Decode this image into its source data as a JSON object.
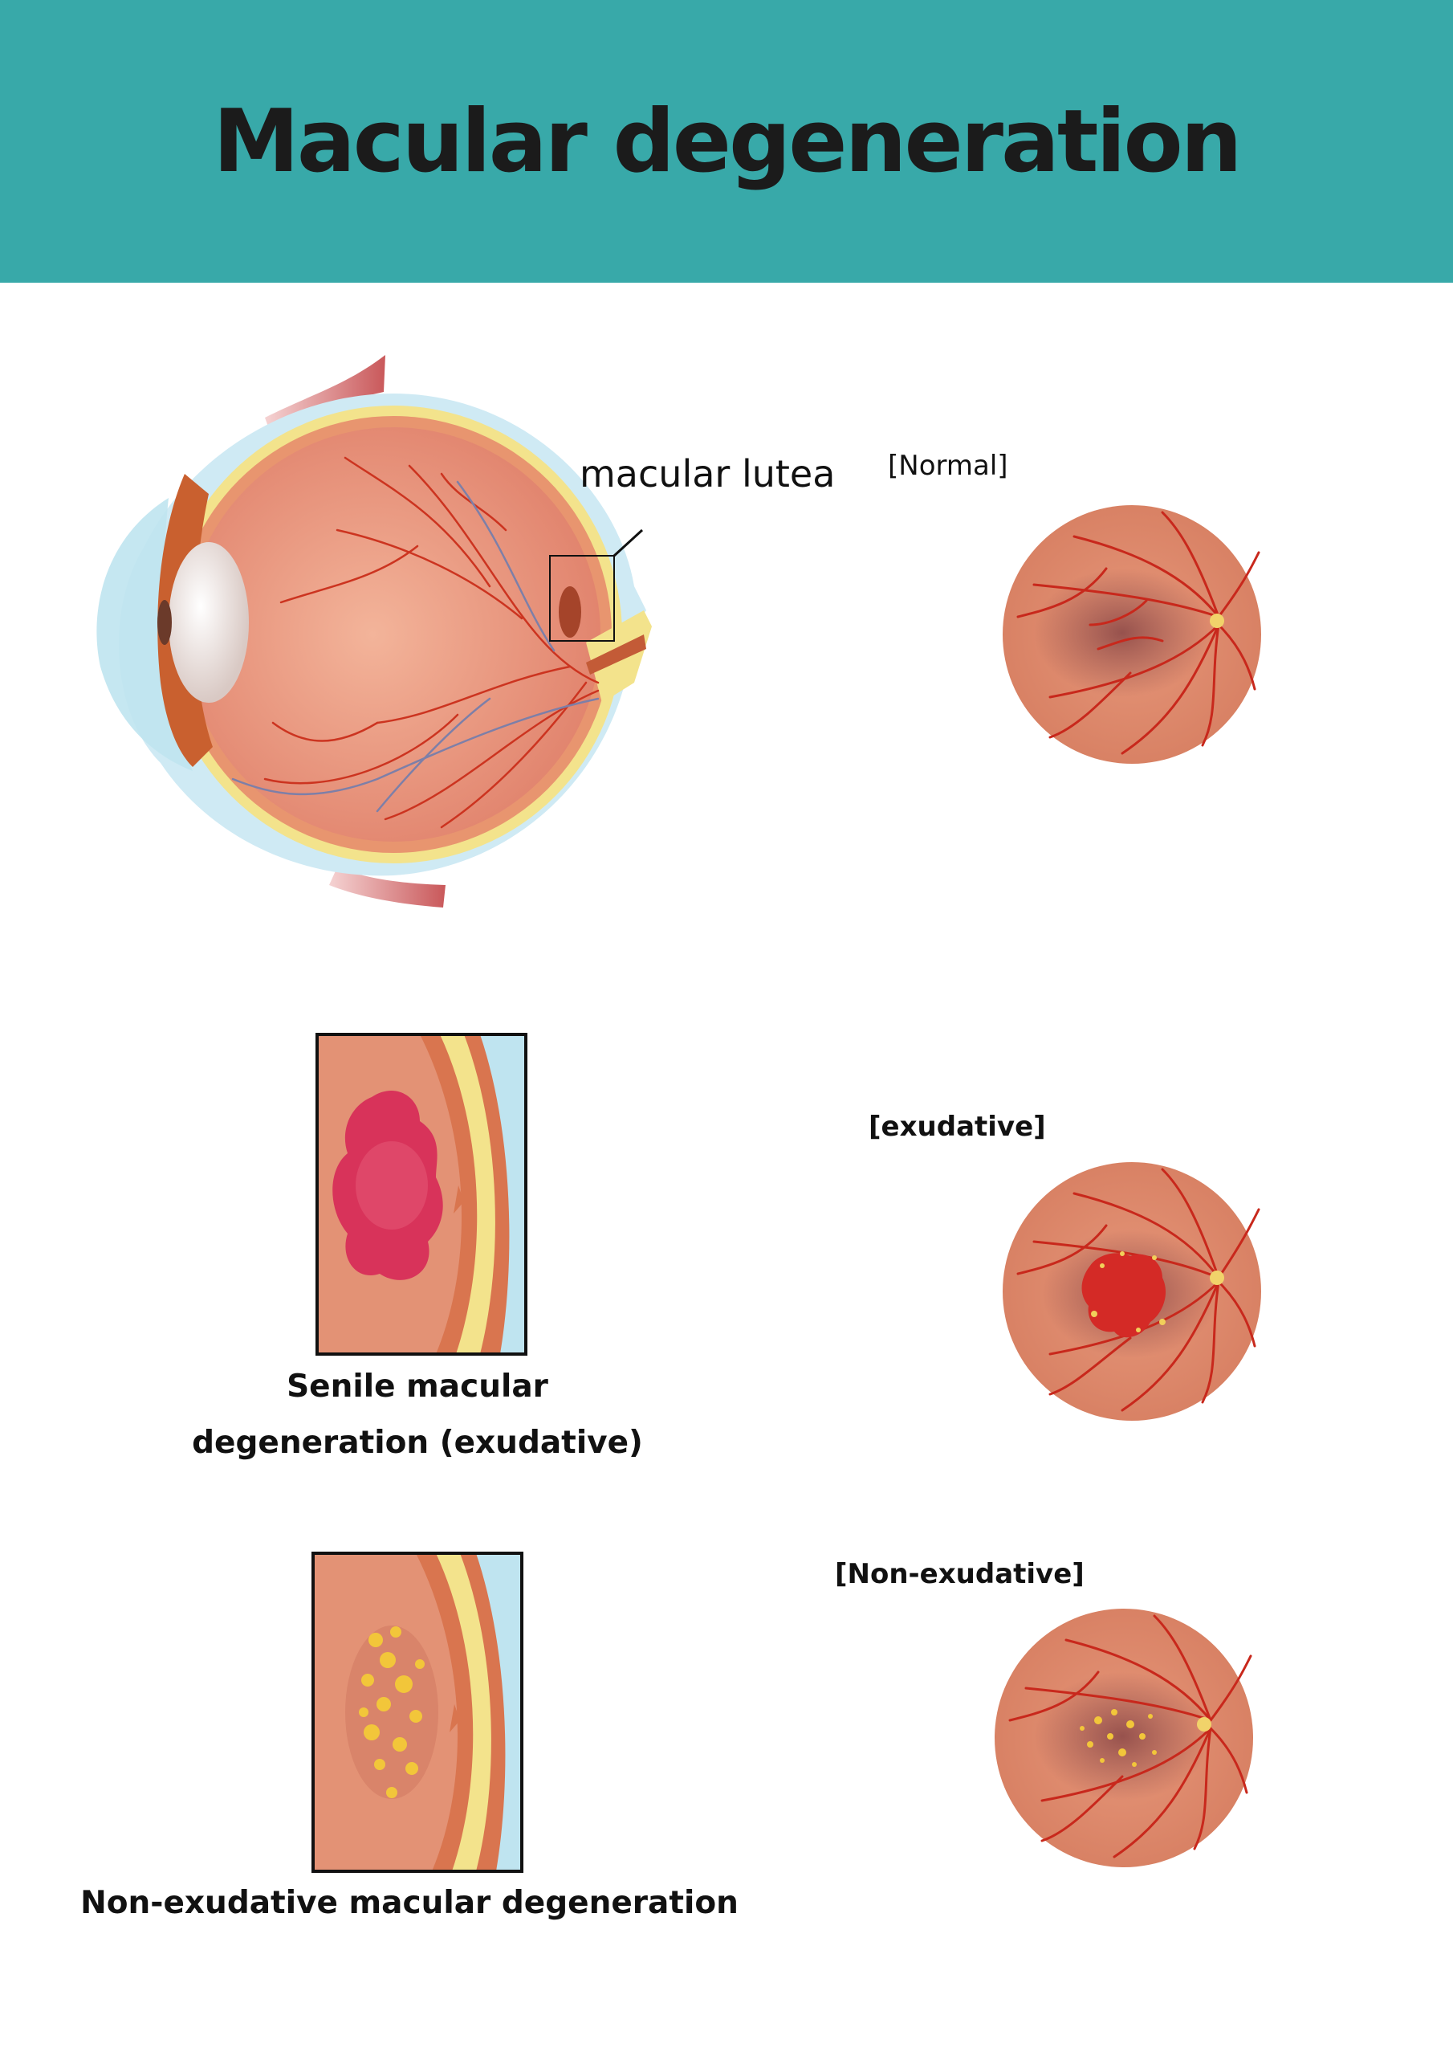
{
  "title": "Macular degeneration",
  "labels": {
    "macula": "macular lutea",
    "normal": "[Normal]",
    "exudative": "[exudative]",
    "non_exudative": "[Non-exudative]"
  },
  "captions": {
    "exudative_line1": "Senile macular",
    "exudative_line2": "degeneration (exudative)",
    "non_exudative": "Non-exudative macular degeneration"
  },
  "colors": {
    "header": "#38a9a9",
    "retina": "#e0896a",
    "vessel": "#c8281c",
    "sclera_yellow": "#f3e38c",
    "cornea_blue": "#bfe4f0",
    "hemorrhage": "#d8335a",
    "drusen": "#f2c63a"
  }
}
